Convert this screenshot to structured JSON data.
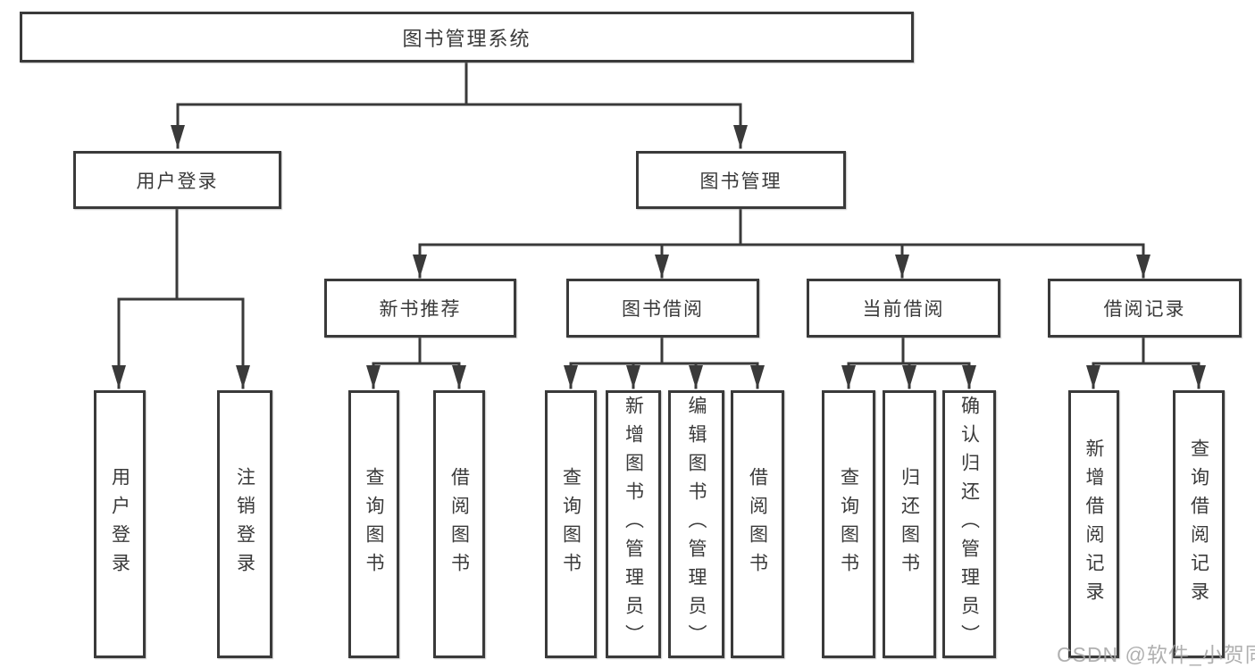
{
  "diagram": {
    "nodes": {
      "root": "图书管理系统",
      "level2": [
        "用户登录",
        "图书管理"
      ],
      "level3": [
        "新书推荐",
        "图书借阅",
        "当前借阅",
        "借阅记录"
      ],
      "leaves": [
        "用户登录",
        "注销登录",
        "查询图书",
        "借阅图书",
        "查询图书",
        "新增图书（管理员）",
        "编辑图书（管理员）",
        "借阅图书",
        "查询图书",
        "归还图书",
        "确认归还（管理员）",
        "新增借阅记录",
        "查询借阅记录"
      ]
    },
    "tree": {
      "图书管理系统": {
        "用户登录": [
          "用户登录",
          "注销登录"
        ],
        "图书管理": {
          "新书推荐": [
            "查询图书",
            "借阅图书"
          ],
          "图书借阅": [
            "查询图书",
            "新增图书（管理员）",
            "编辑图书（管理员）",
            "借阅图书"
          ],
          "当前借阅": [
            "查询图书",
            "归还图书",
            "确认归还（管理员）"
          ],
          "借阅记录": [
            "新增借阅记录",
            "查询借阅记录"
          ]
        }
      }
    }
  },
  "watermark": {
    "text": "CSDN @软件_小贺同学"
  },
  "colors": {
    "line": "#3a3a3a",
    "text": "#3a3a3a",
    "watermark": "#a6a6a6",
    "background": "#ffffff"
  }
}
